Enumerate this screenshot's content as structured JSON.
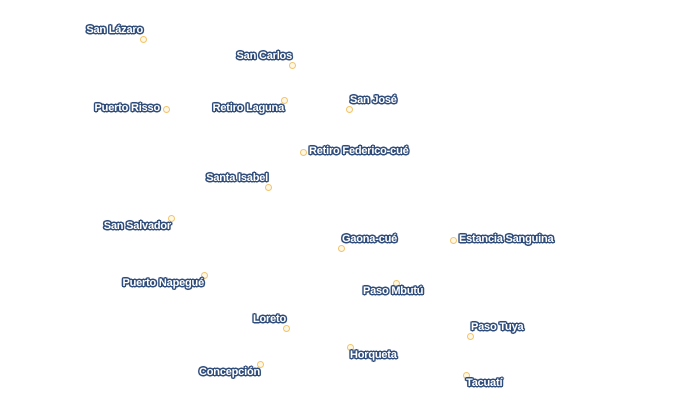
{
  "places": [
    {
      "id": "san-lazaro",
      "name": "San Lázaro"
    },
    {
      "id": "san-carlos",
      "name": "San Carlos"
    },
    {
      "id": "puerto-risso",
      "name": "Puerto Risso"
    },
    {
      "id": "retiro-laguna",
      "name": "Retiro Laguna"
    },
    {
      "id": "san-jose",
      "name": "San José"
    },
    {
      "id": "retiro-federico-cue",
      "name": "Retiro Federico-cué"
    },
    {
      "id": "santa-isabel",
      "name": "Santa Isabel"
    },
    {
      "id": "san-salvador",
      "name": "San Salvador"
    },
    {
      "id": "gaona-cue",
      "name": "Gaona-cué"
    },
    {
      "id": "estancia-sanguina",
      "name": "Estancia Sanguina"
    },
    {
      "id": "puerto-napegue",
      "name": "Puerto Napegué"
    },
    {
      "id": "paso-mbutu",
      "name": "Paso Mbutú"
    },
    {
      "id": "loreto",
      "name": "Loreto"
    },
    {
      "id": "paso-tuya",
      "name": "Paso Tuya"
    },
    {
      "id": "horqueta",
      "name": "Horqueta"
    },
    {
      "id": "concepcion",
      "name": "Concepción"
    },
    {
      "id": "tacuati",
      "name": "Tacuatí"
    }
  ],
  "colors": {
    "label_fill": "#ffffff",
    "label_halo": "#2f4c7a",
    "dot_stroke": "#f2c46a"
  }
}
